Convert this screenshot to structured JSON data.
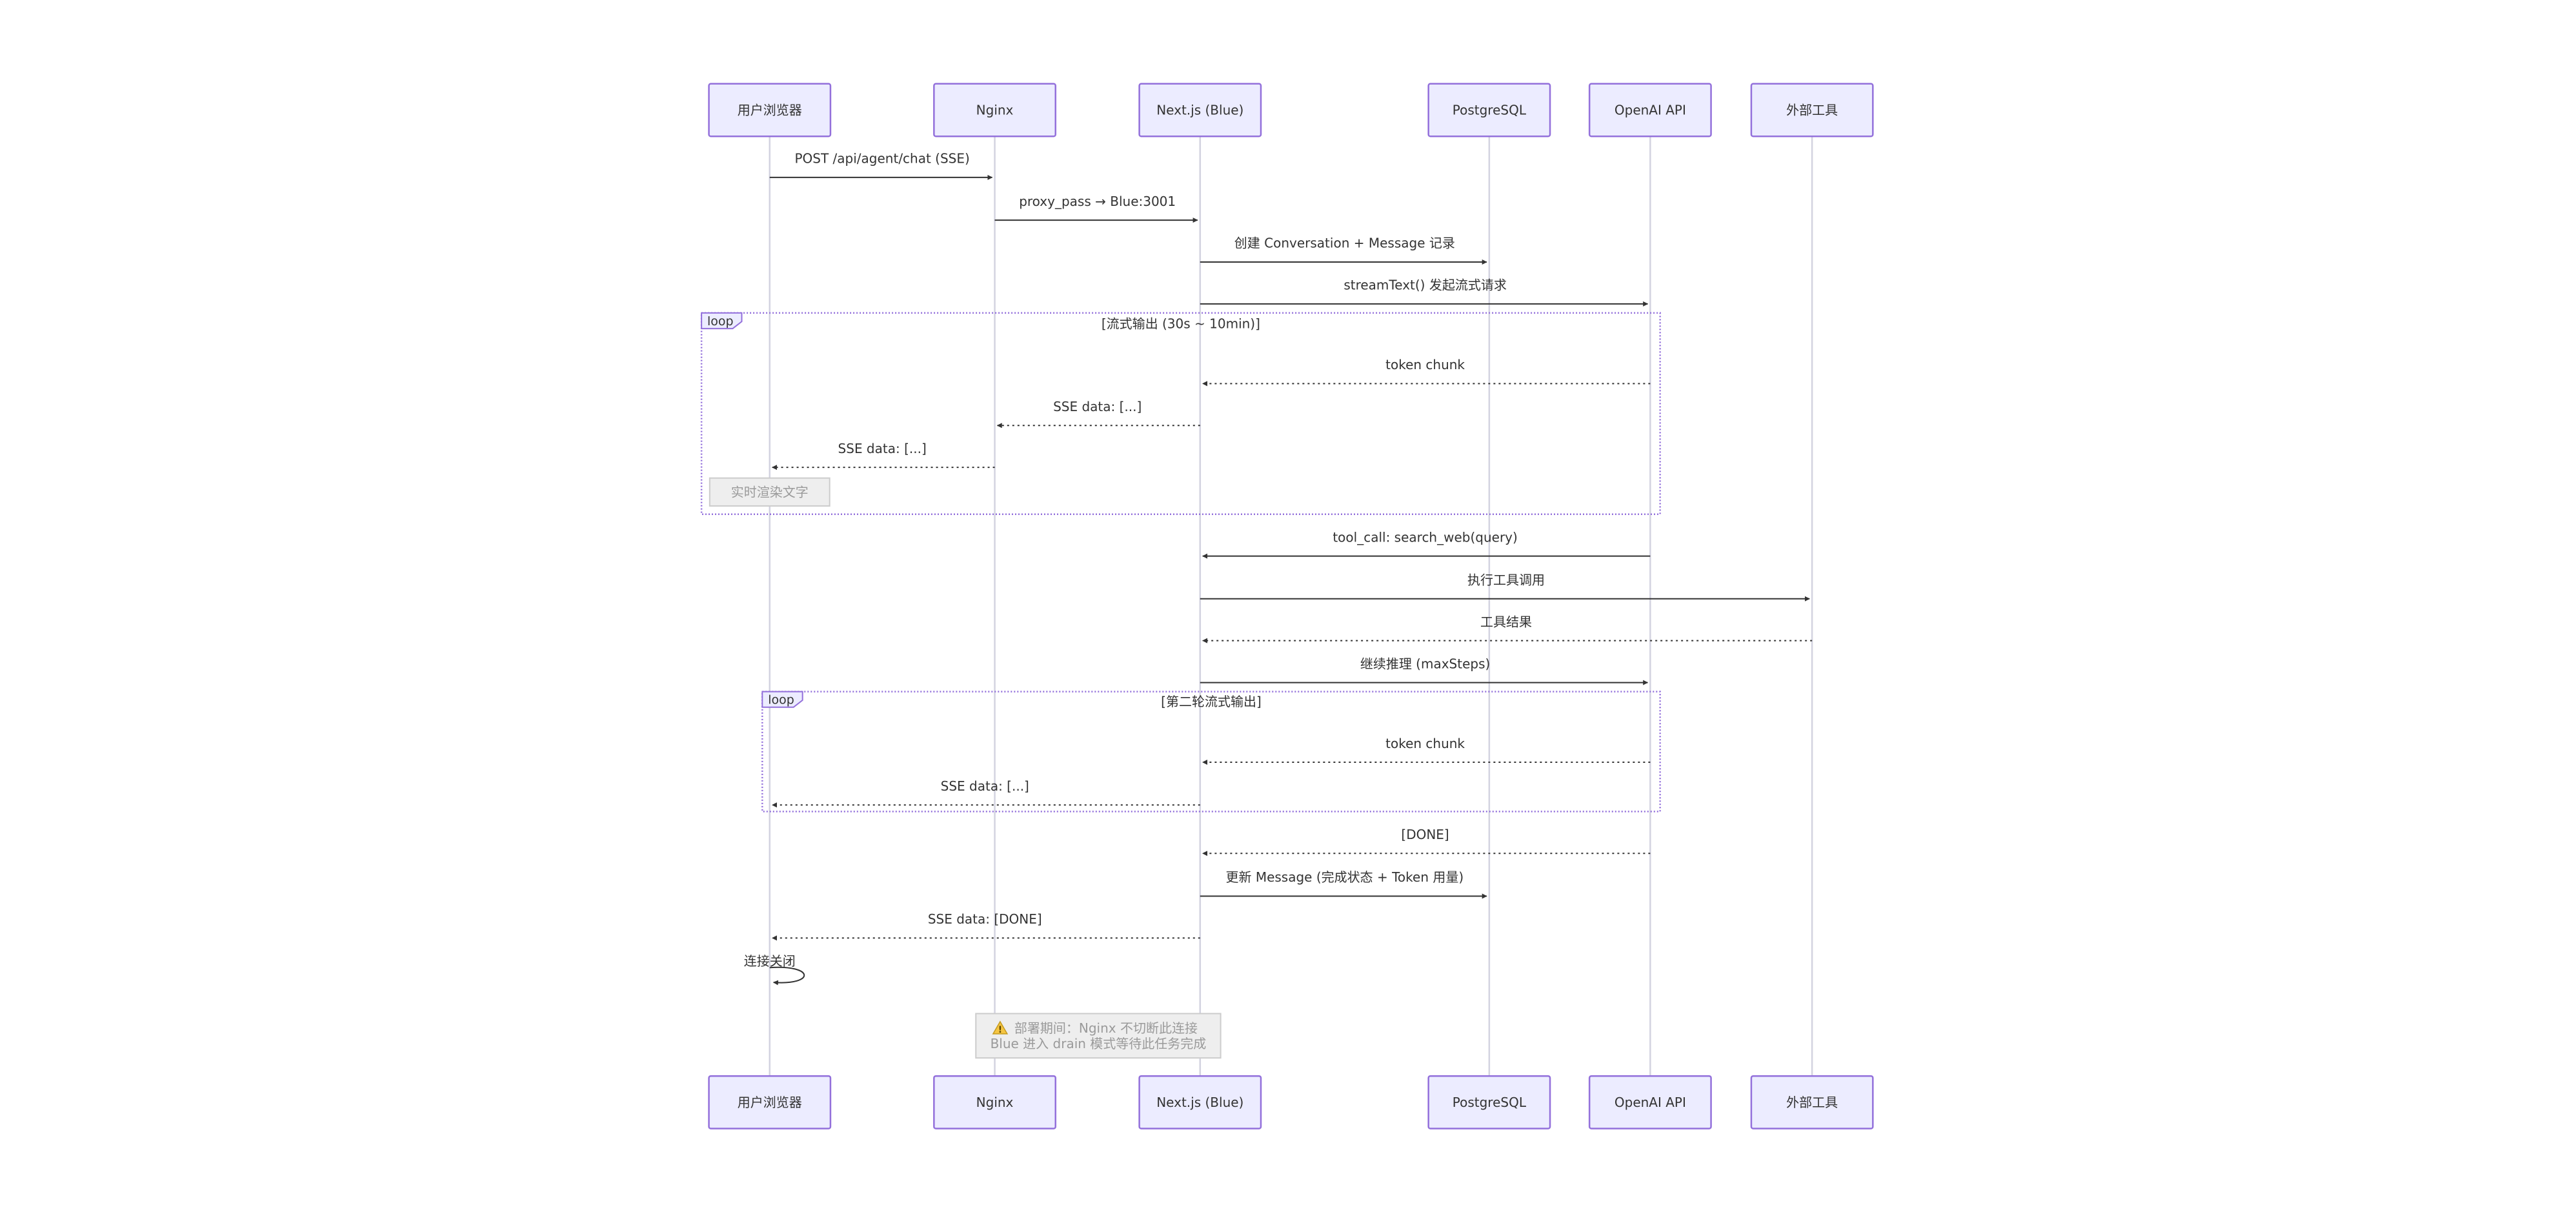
{
  "actors": [
    {
      "id": "browser",
      "label": "用户浏览器"
    },
    {
      "id": "nginx",
      "label": "Nginx"
    },
    {
      "id": "next",
      "label": "Next.js (Blue)"
    },
    {
      "id": "pg",
      "label": "PostgreSQL"
    },
    {
      "id": "openai",
      "label": "OpenAI API"
    },
    {
      "id": "tools",
      "label": "外部工具"
    }
  ],
  "messages": [
    {
      "from": "browser",
      "to": "nginx",
      "text": "POST /api/agent/chat (SSE)",
      "style": "solid"
    },
    {
      "from": "nginx",
      "to": "next",
      "text": "proxy_pass → Blue:3001",
      "style": "solid"
    },
    {
      "from": "next",
      "to": "pg",
      "text": "创建 Conversation + Message 记录",
      "style": "solid"
    },
    {
      "from": "next",
      "to": "openai",
      "text": "streamText() 发起流式请求",
      "style": "solid"
    },
    {
      "from": "openai",
      "to": "next",
      "text": "token chunk",
      "style": "dotted"
    },
    {
      "from": "next",
      "to": "nginx",
      "text": "SSE data: [...]",
      "style": "dotted"
    },
    {
      "from": "nginx",
      "to": "browser",
      "text": "SSE data: [...]",
      "style": "dotted"
    },
    {
      "from": "openai",
      "to": "next",
      "text": "tool_call: search_web(query)",
      "style": "solid"
    },
    {
      "from": "next",
      "to": "tools",
      "text": "执行工具调用",
      "style": "solid"
    },
    {
      "from": "tools",
      "to": "next",
      "text": "工具结果",
      "style": "dotted"
    },
    {
      "from": "next",
      "to": "openai",
      "text": "继续推理 (maxSteps)",
      "style": "solid"
    },
    {
      "from": "openai",
      "to": "next",
      "text": "token chunk",
      "style": "dotted"
    },
    {
      "from": "next",
      "to": "browser",
      "text": "SSE data: [...]",
      "style": "dotted"
    },
    {
      "from": "openai",
      "to": "next",
      "text": "[DONE]",
      "style": "dotted"
    },
    {
      "from": "next",
      "to": "pg",
      "text": "更新 Message (完成状态 + Token 用量)",
      "style": "solid"
    },
    {
      "from": "next",
      "to": "browser",
      "text": "SSE data: [DONE]",
      "style": "dotted"
    },
    {
      "from": "browser",
      "to": "browser",
      "text": "连接关闭",
      "style": "solid"
    }
  ],
  "loops": [
    {
      "label": "loop",
      "condition": "[流式输出 (30s ~ 10min)]"
    },
    {
      "label": "loop",
      "condition": "[第二轮流式输出]"
    }
  ],
  "notes": [
    {
      "over": "browser",
      "lines": [
        "实时渲染文字"
      ]
    },
    {
      "over": "next",
      "icon": "warning-icon",
      "lines": [
        "部署期间：Nginx 不切断此连接",
        "Blue 进入 drain 模式等待此任务完成"
      ]
    }
  ],
  "colors": {
    "actor_fill": "#ECECFF",
    "actor_border": "#9370DB",
    "lifeline": "#D3D3E0",
    "loop_border": "#9370DB",
    "note_fill": "#EEEEEE",
    "text": "#333333"
  }
}
